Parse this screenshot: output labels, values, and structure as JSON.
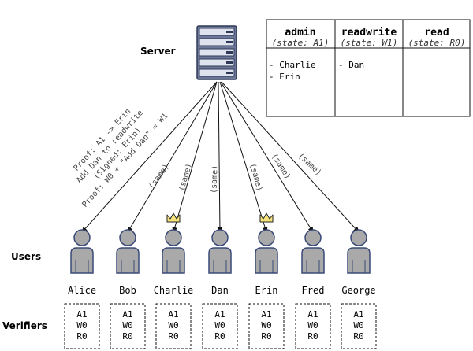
{
  "labels": {
    "server": "Server",
    "users": "Users",
    "verifiers": "Verifiers"
  },
  "roles": [
    {
      "title": "admin",
      "state": "(state: A1)",
      "members": [
        "- Charlie",
        "- Erin"
      ]
    },
    {
      "title": "readwrite",
      "state": "(state: W1)",
      "members": [
        "- Dan"
      ]
    },
    {
      "title": "read",
      "state": "(state: R0)",
      "members": []
    }
  ],
  "proof_lines": [
    "Proof: A1 -> Erin",
    "Add Dan to readwrite",
    "(Signed: Erin)",
    "Proof: W0 + \"Add Dan\" = W1"
  ],
  "edge_label": "(same)",
  "users": [
    {
      "name": "Alice",
      "crown": false,
      "verifier": [
        "A1",
        "W0",
        "R0"
      ]
    },
    {
      "name": "Bob",
      "crown": false,
      "verifier": [
        "A1",
        "W0",
        "R0"
      ]
    },
    {
      "name": "Charlie",
      "crown": true,
      "verifier": [
        "A1",
        "W0",
        "R0"
      ]
    },
    {
      "name": "Dan",
      "crown": false,
      "verifier": [
        "A1",
        "W0",
        "R0"
      ]
    },
    {
      "name": "Erin",
      "crown": true,
      "verifier": [
        "A1",
        "W0",
        "R0"
      ]
    },
    {
      "name": "Fred",
      "crown": false,
      "verifier": [
        "A1",
        "W0",
        "R0"
      ]
    },
    {
      "name": "George",
      "crown": false,
      "verifier": [
        "A1",
        "W0",
        "R0"
      ]
    }
  ],
  "colors": {
    "server_fill": "#7a86a6",
    "server_stroke": "#2f3a58",
    "user_fill": "#a9a9a9",
    "user_stroke": "#3a4a78",
    "crown_fill": "#f5e27a"
  },
  "icons": {
    "server": "server-rack-icon",
    "user": "person-icon",
    "crown": "crown-icon"
  }
}
